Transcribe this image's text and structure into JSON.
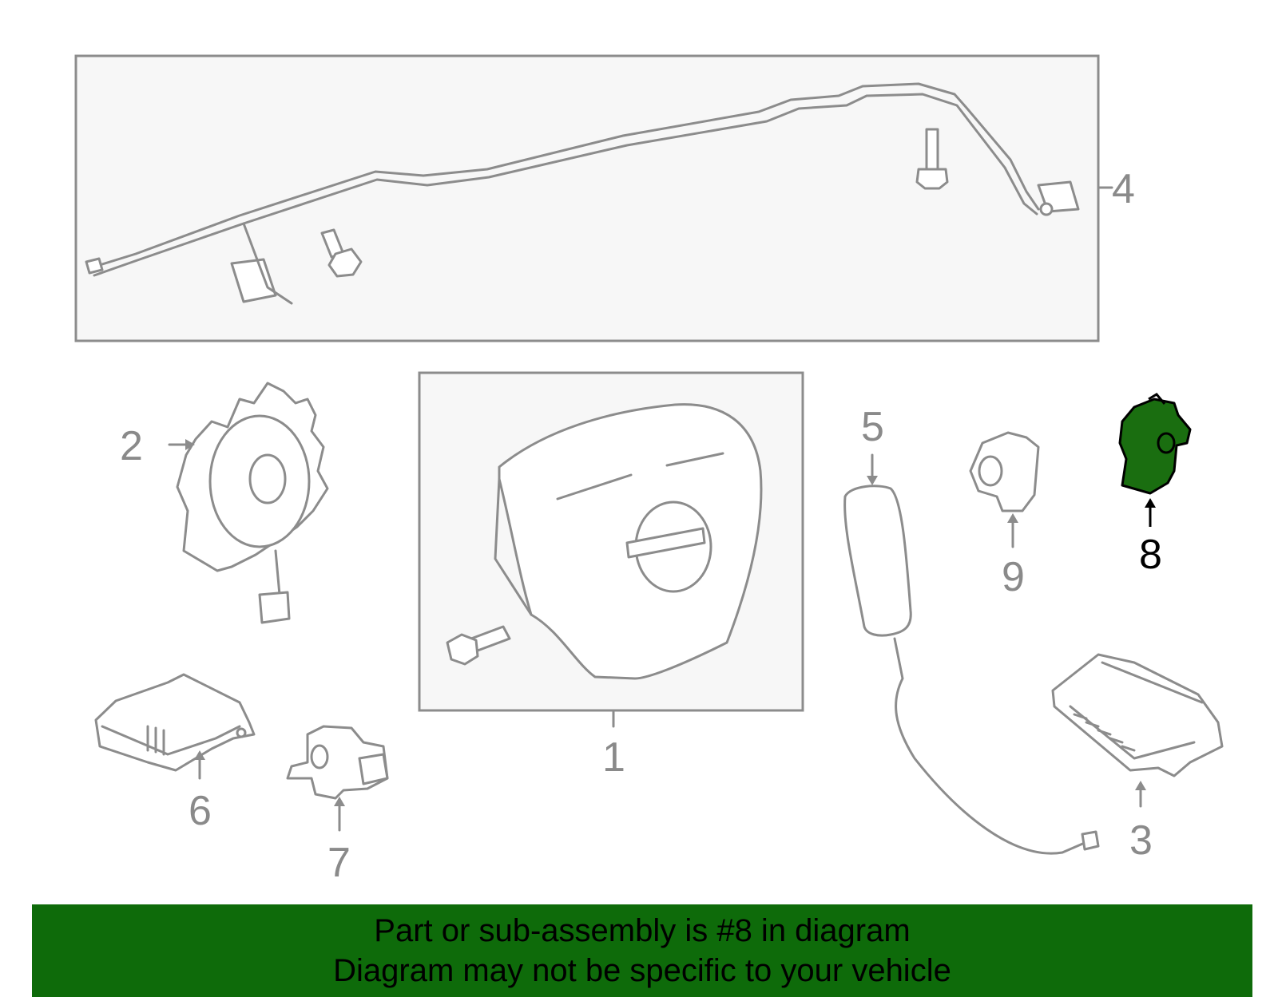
{
  "callouts": {
    "c1": "1",
    "c2": "2",
    "c3": "3",
    "c4": "4",
    "c5": "5",
    "c6": "6",
    "c7": "7",
    "c8": "8",
    "c9": "9"
  },
  "highlight_color": "#1a6e10",
  "banner": {
    "line1": "Part or sub-assembly is #8 in diagram",
    "line2": "Diagram may not be specific to your vehicle",
    "background": "#0e6b0a"
  }
}
